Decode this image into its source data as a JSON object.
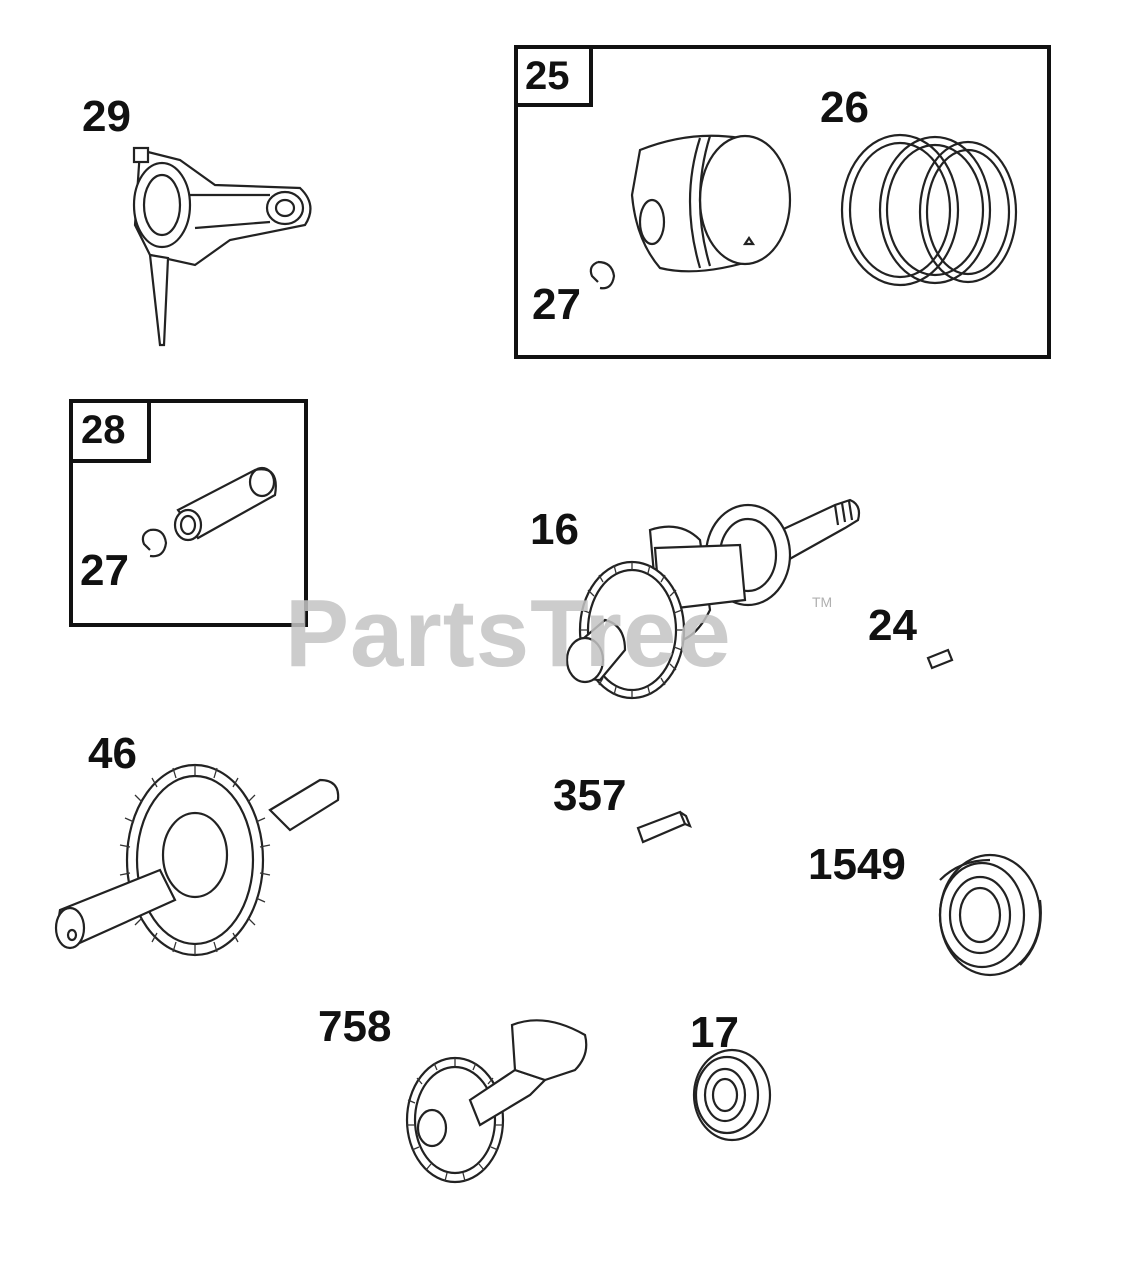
{
  "watermark": {
    "text": "PartsTree",
    "trademark": "TM"
  },
  "callouts": {
    "c29": "29",
    "c25": "25",
    "c26": "26",
    "c27a": "27",
    "c28": "28",
    "c27b": "27",
    "c16": "16",
    "c24": "24",
    "c46": "46",
    "c357": "357",
    "c1549": "1549",
    "c758": "758",
    "c17": "17"
  },
  "colors": {
    "line": "#222222",
    "watermark": "#c4c4c4",
    "background": "#ffffff"
  }
}
